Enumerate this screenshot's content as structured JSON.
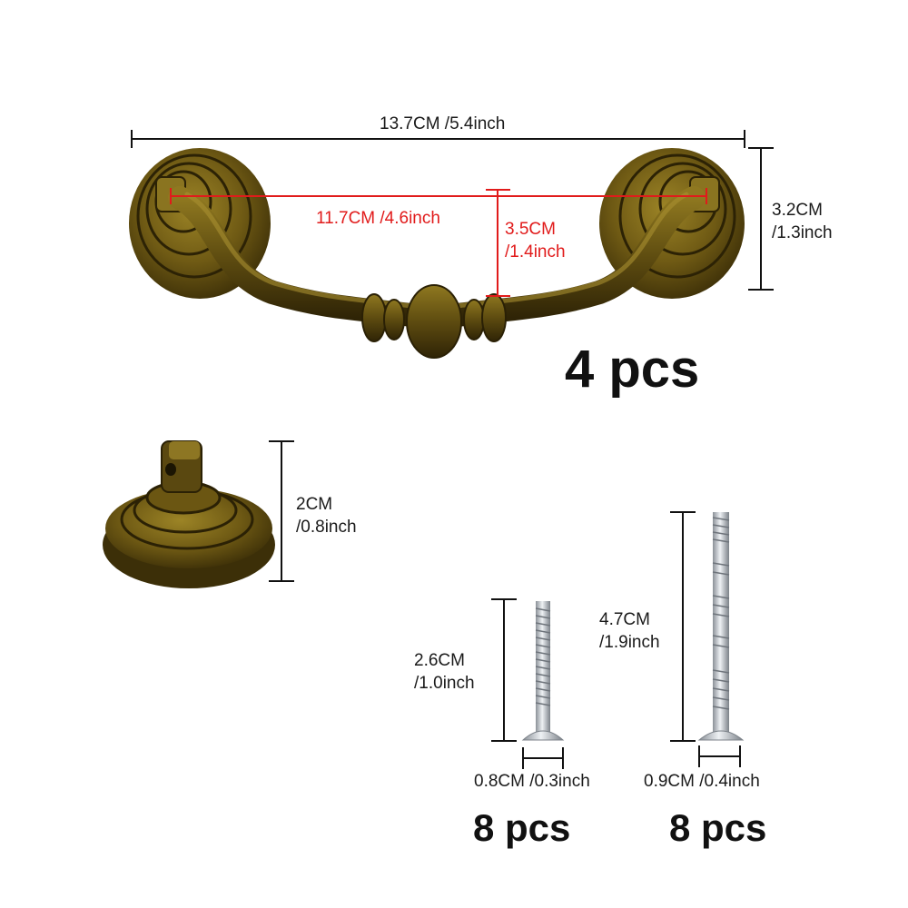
{
  "handle": {
    "overall_width": "13.7CM /5.4inch",
    "hole_spacing": "11.7CM /4.6inch",
    "drop_line1": "3.5CM",
    "drop_line2": "/1.4inch",
    "height_line1": "3.2CM",
    "height_line2": "/1.3inch",
    "quantity": "4 pcs"
  },
  "backplate": {
    "height_line1": "2CM",
    "height_line2": "/0.8inch"
  },
  "short_screw": {
    "length_line1": "2.6CM",
    "length_line2": "/1.0inch",
    "head_width": "0.8CM /0.3inch",
    "quantity": "8 pcs"
  },
  "long_screw": {
    "length_line1": "4.7CM",
    "length_line2": "/1.9inch",
    "head_width": "0.9CM /0.4inch",
    "quantity": "8 pcs"
  },
  "colors": {
    "bronze": "#7a6418",
    "bronze_dark": "#3e3008",
    "red_dimension": "#e11b1b",
    "steel": "#c9ced4"
  }
}
